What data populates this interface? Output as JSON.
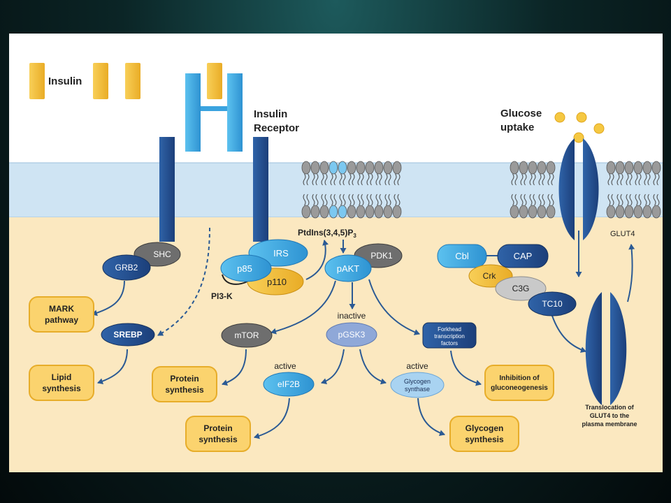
{
  "colors": {
    "background_dark": "#061819",
    "extracellular": "#ffffff",
    "membrane": "#cfe4f3",
    "cytoplasm": "#fbe8c0",
    "insulin_gold": "#f2bd3a",
    "box_gold": "#fbd36e",
    "navy": "#24508f",
    "light_blue": "#4ba8df",
    "grey": "#777777",
    "pale_blue": "#8fc4ec",
    "arrow": "#2b5a94"
  },
  "labels": {
    "insulin": "Insulin",
    "receptor_line1": "Insulin",
    "receptor_line2": "Receptor",
    "glucose_line1": "Glucose",
    "glucose_line2": "uptake",
    "ptdins": "PtdIns(3,4,5)P",
    "ptdins_sub": "3",
    "pi3k": "PI3-K",
    "glut4": "GLUT4",
    "inactive": "inactive",
    "active_elf": "active",
    "active_gs": "active",
    "translocation_1": "Translocation of",
    "translocation_2": "GLUT4 to the",
    "translocation_3": "plasma membrane"
  },
  "nodes": {
    "shc": "SHC",
    "grb2": "GRB2",
    "irs": "IRS",
    "p85": "p85",
    "p110": "p110",
    "pdk1": "PDK1",
    "pakt": "pAKT",
    "cbl": "Cbl",
    "cap": "CAP",
    "crk": "Crk",
    "c3g": "C3G",
    "tc10": "TC10",
    "srebp": "SREBP",
    "mtor": "mTOR",
    "pgsk3": "pGSK3",
    "forkhead_1": "Forkhead",
    "forkhead_2": "transcription",
    "forkhead_3": "factors",
    "elf2b": "eIF2B",
    "glycogen_synthase_1": "Glycogen",
    "glycogen_synthase_2": "synthase"
  },
  "outcomes": {
    "mark_1": "MARK",
    "mark_2": "pathway",
    "lipid_1": "Lipid",
    "lipid_2": "synthesis",
    "protein_a_1": "Protein",
    "protein_a_2": "synthesis",
    "protein_b_1": "Protein",
    "protein_b_2": "synthesis",
    "glycogen_1": "Glycogen",
    "glycogen_2": "synthesis",
    "gluco_1": "Inhibition of",
    "gluco_2": "gluconeogenesis"
  }
}
